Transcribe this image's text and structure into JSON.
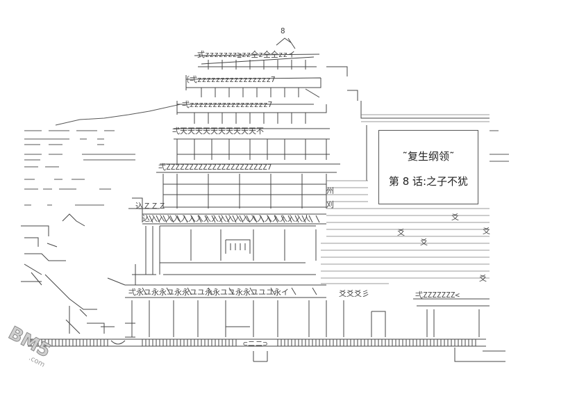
{
  "caption": {
    "title": "˜复生纲领˜",
    "subtitle": "第 8 话:之子不犹"
  },
  "art_glyphs": {
    "roof_top": "8",
    "eave_1": "式zzzzzzz≧zz仝z仝仝zzイ",
    "eave_2": "〔弌zzzzzzzzzzzzzzzz7",
    "eave_3": "弌zzzzzzzzzzzzzzzzz7",
    "eave_4": "弌天天天天天天天天天天不",
    "eave_5": "弌ZZZZZZZZZZZZZZZZZZZZZZ7",
    "eave_6": "込ＺＺＺ",
    "sign_1": "州",
    "sign_2": "刈",
    "roof_row": "込入入入入入入入入入入入入入入入入入入入入人",
    "lower_eave": "弌永ユ永永ユ永永ユユ永永ユユ永永ユユユ永イ",
    "side_label_1": "爻爻爻彡",
    "side_label_2": "弌ZZZZZZZ<",
    "right_marks": "爻",
    "gate": "⊂ニニ⊃"
  },
  "watermark": {
    "text": "BM5",
    "domain": ".com"
  }
}
